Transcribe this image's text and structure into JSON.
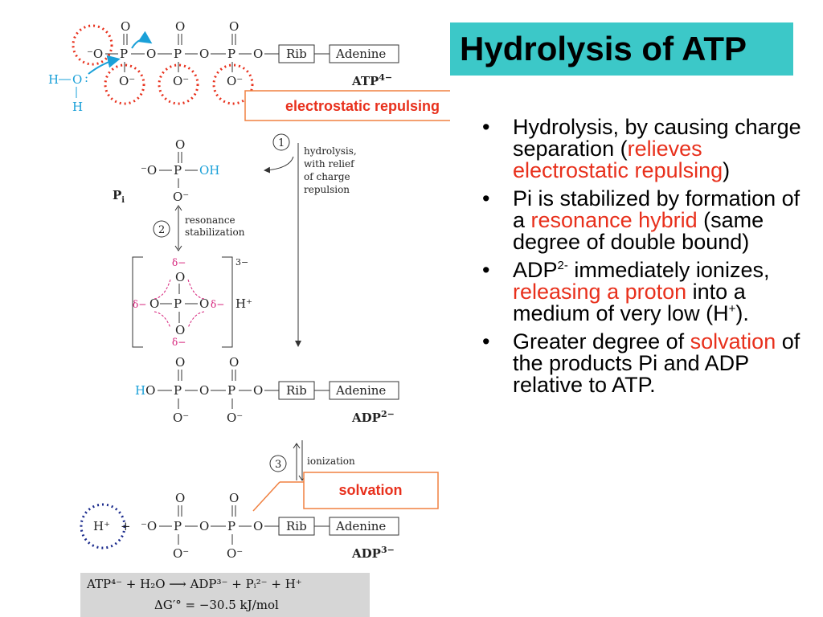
{
  "title": "Hydrolysis of ATP",
  "bullets": [
    {
      "a": "Hydrolysis, by causing charge separation (",
      "b": "relieves electrostatic repulsing",
      "c": ")"
    },
    {
      "a": "Pi is stabilized by formation of a ",
      "b": "resonance hybrid",
      "c": " (same degree of double bound)"
    },
    {
      "a1": "ADP",
      "sup": "2-",
      "a2": " immediately ionizes, ",
      "b": "releasing a proton",
      "c1": " into a medium of very low (H",
      "sup2": "+",
      "c2": ")."
    },
    {
      "a": "Greater degree of ",
      "b": "solvation",
      "c": " of the products Pi and ADP relative to ATP."
    }
  ],
  "diagram": {
    "callouts": {
      "repulsing": "electrostatic repulsing",
      "solvation": "solvation"
    },
    "steps": {
      "one": "1",
      "two": "2",
      "three": "3"
    },
    "step1_text": [
      "hydrolysis,",
      "with relief",
      "of charge",
      "repulsion"
    ],
    "step2_text": [
      "resonance",
      "stabilization"
    ],
    "step3_text": "ionization",
    "labels": {
      "atp": "ATP",
      "atp_charge": "4−",
      "adp2": "ADP",
      "adp2_charge": "2−",
      "adp3": "ADP",
      "adp3_charge": "3−",
      "pi": "P",
      "pi_sub": "i",
      "rib": "Rib",
      "adenine": "Adenine",
      "water_h1": "H",
      "water_o": "O",
      "water_h2": "H",
      "hplus": "H⁺",
      "delta": "δ−",
      "bracket_charge": "3−"
    }
  },
  "equation": {
    "line1": "ATP⁴⁻ + H₂O ⟶ ADP³⁻ + Pᵢ²⁻ + H⁺",
    "line2": "ΔG′° = −30.5 kJ/mol"
  },
  "colors": {
    "title_bg": "#3cc8c8",
    "accent_red": "#e8301c",
    "cyan": "#1aa0d8",
    "magenta": "#d6207a",
    "navy": "#1a2a8c",
    "callout_border": "#f08040"
  }
}
